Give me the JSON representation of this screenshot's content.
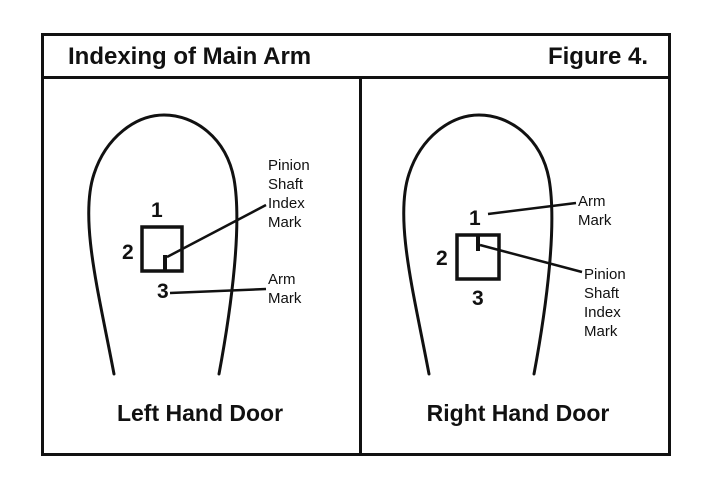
{
  "header": {
    "title": "Indexing of Main Arm",
    "figure": "Figure 4."
  },
  "left_panel": {
    "caption": "Left Hand Door",
    "positions": [
      "1",
      "2",
      "3"
    ],
    "pinion_label": [
      "Pinion",
      "Shaft",
      "Index",
      "Mark"
    ],
    "arm_label": [
      "Arm",
      "Mark"
    ]
  },
  "right_panel": {
    "caption": "Right Hand Door",
    "positions": [
      "1",
      "2",
      "3"
    ],
    "arm_label": [
      "Arm",
      "Mark"
    ],
    "pinion_label": [
      "Pinion",
      "Shaft",
      "Index",
      "Mark"
    ]
  },
  "colors": {
    "ink": "#111111",
    "paper": "#ffffff"
  }
}
